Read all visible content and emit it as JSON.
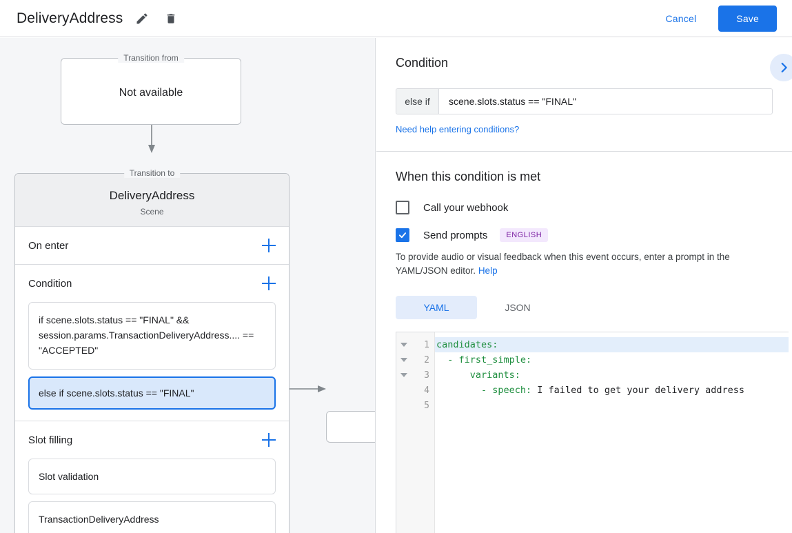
{
  "header": {
    "title": "DeliveryAddress",
    "edit_icon": "pencil-icon",
    "delete_icon": "trash-icon",
    "cancel_label": "Cancel",
    "save_label": "Save",
    "accent_color": "#1a73e8"
  },
  "graph": {
    "from_node": {
      "legend": "Transition from",
      "label": "Not available"
    },
    "scene_node": {
      "legend": "Transition to",
      "name": "DeliveryAddress",
      "type": "Scene",
      "sections": [
        {
          "title": "On enter",
          "add_icon": "plus-icon",
          "items": []
        },
        {
          "title": "Condition",
          "add_icon": "plus-icon",
          "items": [
            {
              "text": "if scene.slots.status == \"FINAL\" && session.params.TransactionDeliveryAddress.... == \"ACCEPTED\"",
              "selected": false
            },
            {
              "text": "else if scene.slots.status == \"FINAL\"",
              "selected": true
            }
          ]
        },
        {
          "title": "Slot filling",
          "add_icon": "plus-icon",
          "items": [
            {
              "text": "Slot validation",
              "selected": false
            },
            {
              "text": "TransactionDeliveryAddress",
              "selected": false
            }
          ]
        }
      ]
    }
  },
  "detail": {
    "condition_heading": "Condition",
    "expand_icon": "chevron-right-icon",
    "condition_prefix": "else if",
    "condition_value": "scene.slots.status == \"FINAL\"",
    "condition_help_link": "Need help entering conditions?",
    "met_heading": "When this condition is met",
    "webhook_label": "Call your webhook",
    "webhook_checked": false,
    "prompts_label": "Send prompts",
    "prompts_checked": true,
    "language_badge": "ENGLISH",
    "prompt_help_text": "To provide audio or visual feedback when this event occurs, enter a prompt in the YAML/JSON editor.",
    "prompt_help_link": "Help",
    "tabs": [
      {
        "label": "YAML",
        "active": true
      },
      {
        "label": "JSON",
        "active": false
      }
    ],
    "editor": {
      "lines": [
        {
          "num": "1",
          "fold": true,
          "highlight": true,
          "key": "candidates:",
          "value": ""
        },
        {
          "num": "2",
          "fold": true,
          "highlight": false,
          "key": "  - first_simple:",
          "value": ""
        },
        {
          "num": "3",
          "fold": true,
          "highlight": false,
          "key": "      variants:",
          "value": ""
        },
        {
          "num": "4",
          "fold": false,
          "highlight": false,
          "key": "        - speech:",
          "value": " I failed to get your delivery address"
        },
        {
          "num": "5",
          "fold": false,
          "highlight": false,
          "key": "",
          "value": ""
        }
      ]
    }
  }
}
